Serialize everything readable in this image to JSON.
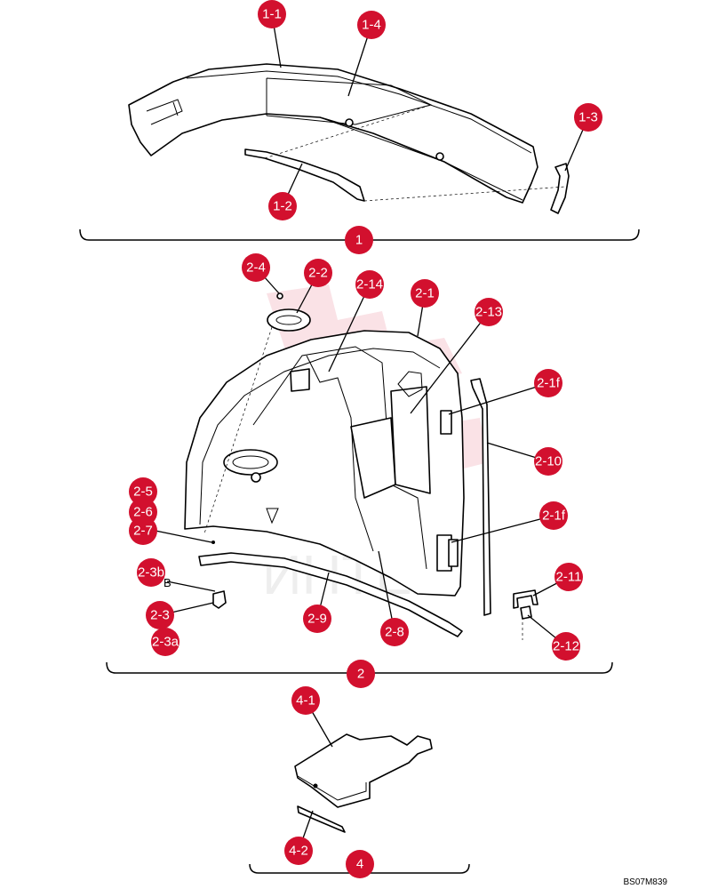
{
  "drawing_code": "BS07M839",
  "watermark": "ИНТЕХ",
  "stray_label": "B",
  "accent_color": "#d2102e",
  "group_labels": [
    "1",
    "2",
    "4"
  ],
  "callouts": [
    "1-1",
    "1-4",
    "1-3",
    "1-2",
    "2-4",
    "2-2",
    "2-14",
    "2-1",
    "2-13",
    "2-1f",
    "2-10",
    "2-1f",
    "2-5",
    "2-6",
    "2-7",
    "2-3b",
    "2-3",
    "2-3a",
    "2-9",
    "2-8",
    "2-11",
    "2-12",
    "4-1",
    "4-2"
  ]
}
